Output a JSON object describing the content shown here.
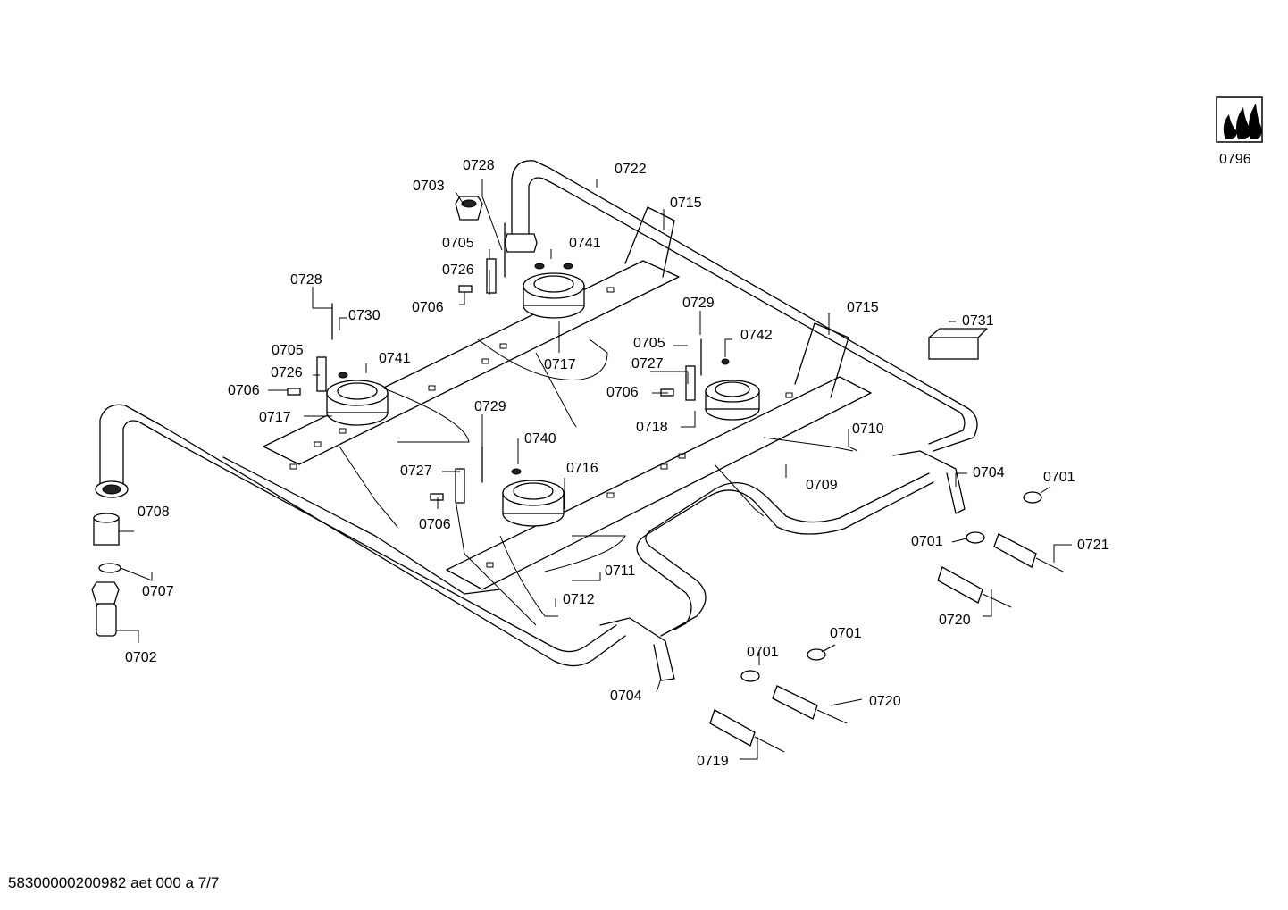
{
  "document_id": "58300000200982 aet 000 a 7/7",
  "labels": {
    "l0722": "0722",
    "l0728a": "0728",
    "l0703": "0703",
    "l0715a": "0715",
    "l0705a": "0705",
    "l0741a": "0741",
    "l0726a": "0726",
    "l0706a": "0706",
    "l0728b": "0728",
    "l0730": "0730",
    "l0729a": "0729",
    "l0715b": "0715",
    "l0731": "0731",
    "l0705b": "0705",
    "l0742": "0742",
    "l0726b": "0726",
    "l0741b": "0741",
    "l0717a": "0717",
    "l0727a": "0727",
    "l0706b": "0706",
    "l0706c": "0706",
    "l0717b": "0717",
    "l0718": "0718",
    "l0729b": "0729",
    "l0710": "0710",
    "l0740": "0740",
    "l0709": "0709",
    "l0716": "0716",
    "l0704a": "0704",
    "l0701a": "0701",
    "l0727b": "0727",
    "l0708": "0708",
    "l0706d": "0706",
    "l0701b": "0701",
    "l0721": "0721",
    "l0711": "0711",
    "l0707": "0707",
    "l0712": "0712",
    "l0720a": "0720",
    "l0702": "0702",
    "l0701c": "0701",
    "l0701d": "0701",
    "l0704b": "0704",
    "l0720b": "0720",
    "l0719": "0719",
    "l0796": "0796"
  },
  "icons": {
    "gas-symbol": "gas-flames-icon"
  }
}
